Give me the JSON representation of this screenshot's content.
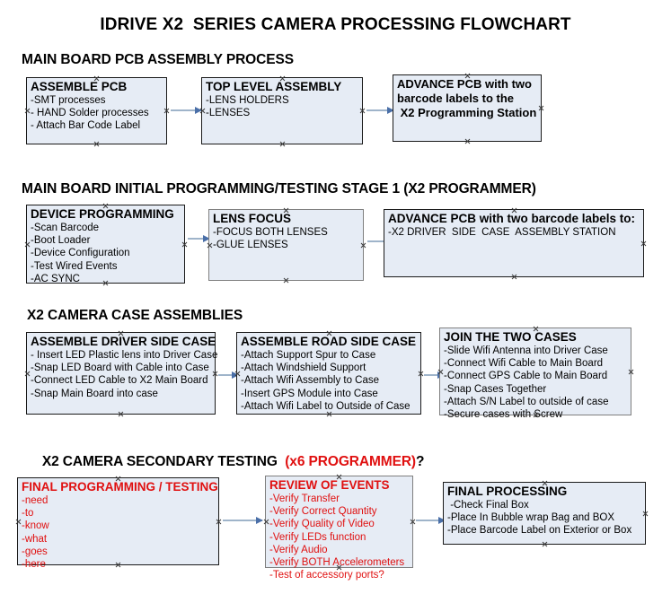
{
  "document": {
    "title": "IDRIVE X2  SERIES CAMERA PROCESSING FLOWCHART",
    "accent_color": "#e01010",
    "box_fill": "#e6ecf5",
    "box_border": "#1a1a1a",
    "arrow_color": "#9fb4ca",
    "arrow_head_color": "#4a6fa8"
  },
  "sections": [
    {
      "id": "main-board-pcb-assembly",
      "title": "MAIN BOARD PCB ASSEMBLY PROCESS",
      "title_accent": "",
      "boxes": [
        {
          "id": "assemble-pcb",
          "heading": "ASSEMBLE PCB",
          "lines": [
            "-SMT processes",
            "- HAND Solder processes",
            "- Attach Bar Code Label"
          ]
        },
        {
          "id": "top-level-assembly",
          "heading": "TOP LEVEL ASSEMBLY",
          "lines": [
            "-LENS HOLDERS",
            "-LENSES"
          ]
        },
        {
          "id": "advance-pcb-programming-station",
          "heading": "",
          "lines": [
            "ADVANCE PCB with two",
            "barcode labels to the",
            " X2 Programming Station"
          ]
        }
      ]
    },
    {
      "id": "main-board-initial-programming",
      "title": "MAIN BOARD INITIAL PROGRAMMING/TESTING STAGE 1 (X2 PROGRAMMER)",
      "title_accent": "",
      "boxes": [
        {
          "id": "device-programming",
          "heading": "DEVICE PROGRAMMING",
          "lines": [
            "-Scan Barcode",
            "-Boot Loader",
            "-Device Configuration",
            "-Test Wired Events",
            "-AC SYNC"
          ]
        },
        {
          "id": "lens-focus",
          "heading": "LENS FOCUS",
          "lines": [
            "-FOCUS BOTH LENSES",
            "-GLUE LENSES"
          ]
        },
        {
          "id": "advance-pcb-driver-side-case",
          "heading": "ADVANCE PCB with two barcode labels to:",
          "lines": [
            "-X2 DRIVER  SIDE  CASE  ASSEMBLY STATION"
          ]
        }
      ]
    },
    {
      "id": "x2-camera-case-assemblies",
      "title": "X2 CAMERA CASE ASSEMBLIES",
      "title_accent": "",
      "boxes": [
        {
          "id": "assemble-driver-side-case",
          "heading": "ASSEMBLE DRIVER SIDE CASE",
          "lines": [
            "- Insert LED Plastic lens into Driver Case",
            "-Snap LED Board with Cable into Case",
            "-Connect LED Cable to X2 Main Board",
            "-Snap Main Board into case"
          ]
        },
        {
          "id": "assemble-road-side-case",
          "heading": "ASSEMBLE ROAD SIDE CASE",
          "lines": [
            "-Attach Support Spur to Case",
            "-Attach Windshield Support",
            "-Attach Wifi Assembly to Case",
            "-Insert GPS Module into Case",
            "-Attach Wifi Label to Outside of Case"
          ]
        },
        {
          "id": "join-the-two-cases",
          "heading": "JOIN THE TWO CASES",
          "lines": [
            "-Slide Wifi Antenna into Driver Case",
            "-Connect Wifi Cable to Main Board",
            "-Connect GPS Cable to Main Board",
            "-Snap Cases Together",
            "-Attach S/N Label to outside of case",
            "-Secure cases with Screw"
          ]
        }
      ]
    },
    {
      "id": "x2-camera-secondary-testing",
      "title": "X2 CAMERA SECONDARY TESTING  ",
      "title_accent": "(x6 PROGRAMMER)",
      "title_suffix": "?",
      "boxes": [
        {
          "id": "final-programming-testing",
          "heading": "FINAL PROGRAMMING / TESTING",
          "lines": [
            "-need",
            "-to",
            "-know",
            "-what",
            "-goes",
            "-here"
          ]
        },
        {
          "id": "review-of-events",
          "heading": "REVIEW OF EVENTS",
          "lines": [
            "-Verify Transfer",
            "-Verify Correct Quantity",
            "-Verify Quality of Video",
            "-Verify LEDs function",
            "-Verify Audio",
            "-Verify BOTH Accelerometers",
            "-Test of accessory ports?"
          ]
        },
        {
          "id": "final-processing",
          "heading": "FINAL PROCESSING",
          "lines": [
            " -Check Final Box",
            "-Place In Bubble wrap Bag and BOX",
            "-Place Barcode Label on Exterior or Box"
          ]
        }
      ]
    }
  ]
}
